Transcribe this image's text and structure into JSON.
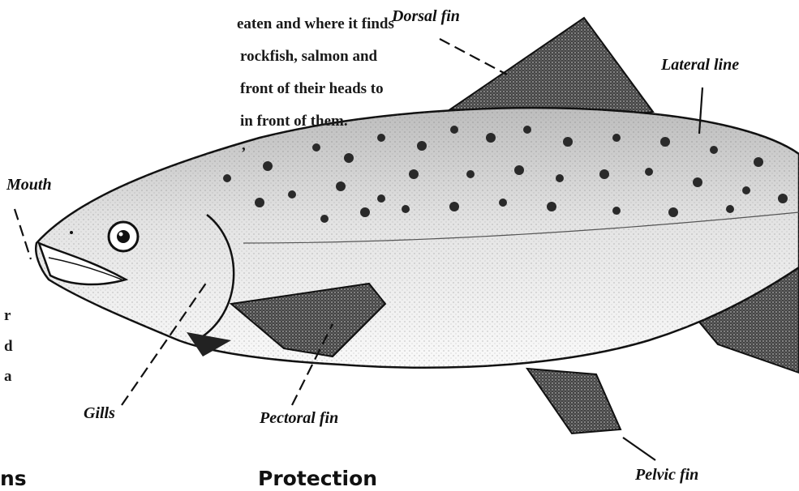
{
  "body_text": {
    "lines": [
      "eaten and where it finds",
      "rockfish, salmon and",
      "front of their heads to",
      "in front of them.",
      ",",
      "r",
      "d",
      "a"
    ]
  },
  "headings": {
    "left_fragment": "ns",
    "protection": "Protection"
  },
  "labels": {
    "dorsal_fin": "Dorsal fin",
    "lateral_line": "Lateral line",
    "mouth": "Mouth",
    "gills": "Gills",
    "pectoral_fin": "Pectoral fin",
    "pelvic_fin": "Pelvic fin"
  },
  "colors": {
    "ink": "#111111",
    "fish_fill": "#f2f2f2",
    "spots": "#2a2a2a"
  }
}
